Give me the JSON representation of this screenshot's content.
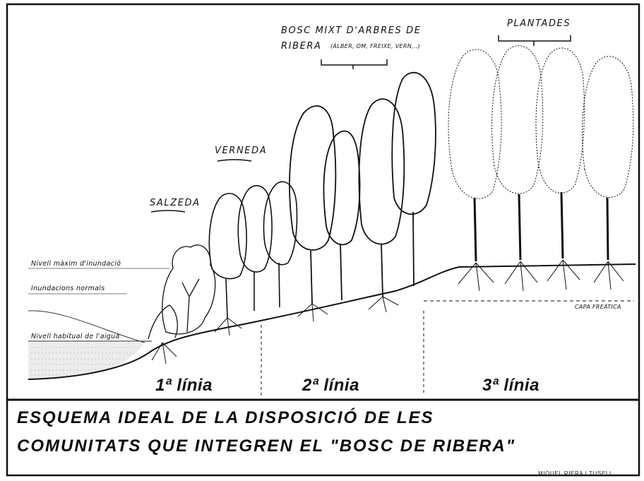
{
  "levels": {
    "max_flood": "Nivell màxim d'inundació",
    "normal_flood": "Inundacions normals",
    "usual_water": "Nivell habitual de l'aigua"
  },
  "communities": {
    "salzeda": "SALZEDA",
    "verneda": "VERNEDA",
    "bosc_mixt_line1": "BOSC MIXT D'ARBRES DE",
    "bosc_mixt_line2": "RIBERA",
    "bosc_mixt_species": "(ÀLBER, OM, FREIXE, VERN,..)",
    "plantades": "PLANTADES"
  },
  "water_table": "CAPA FREÀTICA",
  "lines": {
    "first": "1ª línia",
    "second": "2ª línia",
    "third": "3ª línia"
  },
  "title": {
    "line1": "ESQUEMA  IDEAL  DE  LA  DISPOSICIÓ  DE  LES",
    "line2": "COMUNITATS  QUE  INTEGREN  EL \"BOSC  DE  RIBERA\""
  },
  "credit": "MIQUEL  RIERA I TUSELL"
}
